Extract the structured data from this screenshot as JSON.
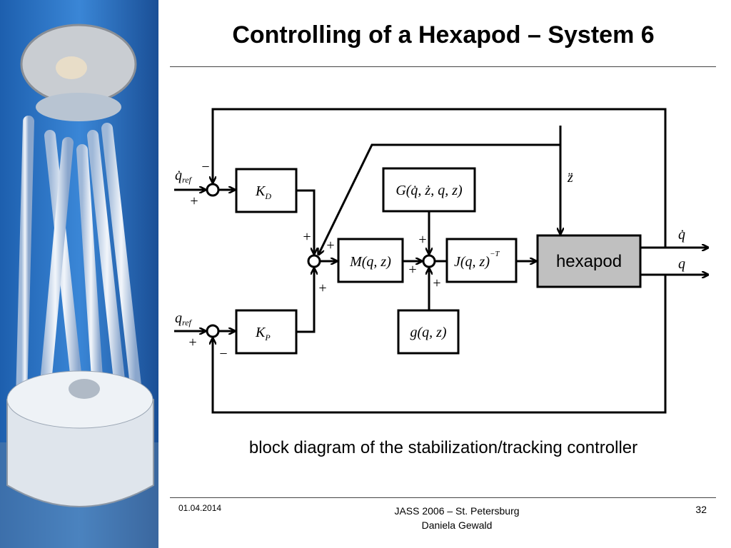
{
  "title": "Controlling of a Hexapod – System 6",
  "diagram": {
    "blocks": {
      "kd": "K",
      "kd_sub": "D",
      "kp": "K",
      "kp_sub": "P",
      "m": "M(q, z)",
      "G": "G(q̇, ż, q, z)",
      "g": "g(q, z)",
      "j": "J(q, z)",
      "j_sup": "−T",
      "hexapod": "hexapod"
    },
    "signals": {
      "qdot_ref": "q̇",
      "qdot_ref_sub": "ref",
      "q_ref": "q",
      "q_ref_sub": "ref",
      "zddot": "z̈",
      "qdot_out": "q̇",
      "q_out": "q"
    },
    "signs": {
      "plus": "+",
      "minus": "−"
    },
    "colors": {
      "hexapod_fill": "#c0c0c0",
      "photo_blue": "#2a6fc0"
    }
  },
  "caption": "block diagram of the stabilization/tracking controller",
  "footer": {
    "date": "01.04.2014",
    "line1": "JASS 2006 – St. Petersburg",
    "line2": "Daniela Gewald",
    "page": "32"
  }
}
